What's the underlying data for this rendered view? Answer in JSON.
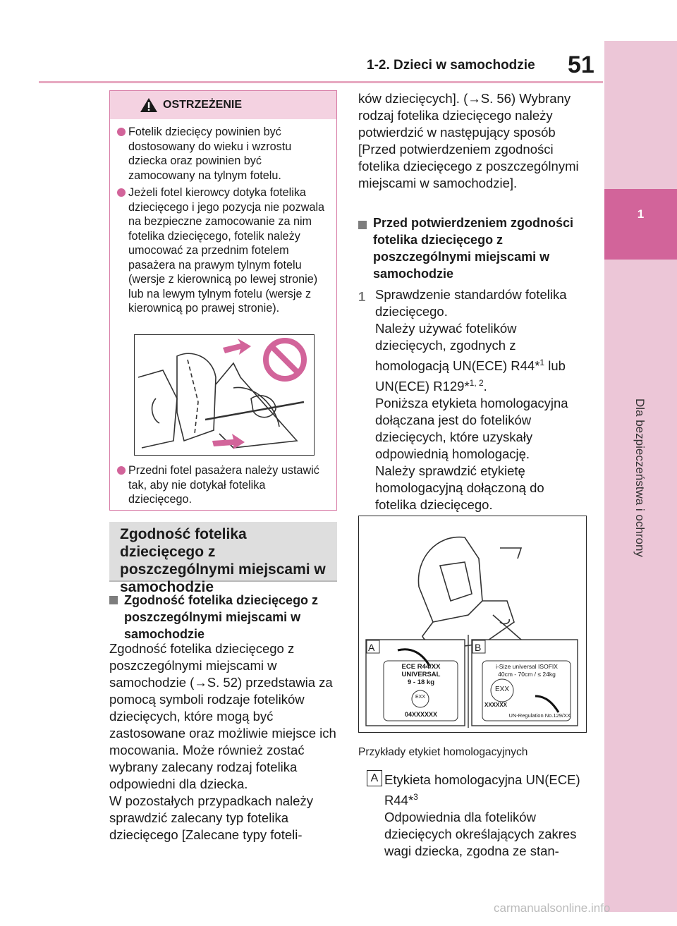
{
  "header": {
    "section_title": "1-2. Dzieci w samochodzie",
    "page_number": "51"
  },
  "side_tab": {
    "chapter": "1",
    "title": "Dla bezpieczeństwa i ochrony"
  },
  "warning": {
    "title": "OSTRZEŻENIE",
    "items": [
      "Fotelik dziecięcy powinien być dostosowany do wieku i wzrostu dziecka oraz powinien być zamocowany na tylnym fotelu.",
      "Jeżeli fotel kierowcy dotyka fotelika dziecięcego i jego pozycja nie pozwala na bezpieczne zamocowanie za nim fotelika dziecięcego, fotelik należy umocować za przednim fotelem pasażera na prawym tylnym fotelu (wersje z kierownicą po lewej stronie) lub na lewym tylnym fotelu (wersje z kierownicą po prawej stronie).",
      "Przedni fotel pasażera należy ustawić tak, aby nie dotykał fotelika dziecięcego."
    ]
  },
  "section_heading": "Zgodność fotelika dziecięcego z poszczególnymi miejscami w samochodzie",
  "col1": {
    "subheading": "Zgodność fotelika dziecięcego z poszczególnymi miejscami w samochodzie",
    "paragraph": "Zgodność fotelika dziecięcego z poszczególnymi miejscami w samochodzie (→S. 52) przedstawia za pomocą symboli rodzaje fotelików dziecięcych, które mogą być zastosowane oraz możliwie miejsce ich mocowania. Może również zostać wybrany zalecany rodzaj fotelika odpowiedni dla dziecka.",
    "paragraph2": "W pozostałych przypadkach należy sprawdzić zalecany typ fotelika dziecięcego [Zalecane typy foteli-"
  },
  "col2": {
    "paragraph": "ków dziecięcych]. (→S. 56) Wybrany rodzaj fotelika dziecięcego należy potwierdzić w następujący sposób [Przed potwierdzeniem zgodności fotelika dziecięcego z poszczególnymi miejscami w samochodzie].",
    "subheading": "Przed potwierdzeniem zgodności fotelika dziecięcego z poszczególnymi miejscami w samochodzie",
    "step_number": "1",
    "step_line1": "Sprawdzenie standardów fotelika dziecięcego.",
    "step_line2a": "Należy używać fotelików dziecięcych, zgodnych z homologacją UN(ECE) R44*",
    "step_sup1": "1",
    "step_line2b": " lub UN(ECE) R129*",
    "step_sup2": "1, 2",
    "step_line2c": ".",
    "step_line3": "Poniższa etykieta homologacyjna dołączana jest do fotelików dziecięcych, które uzyskały odpowiednią homologację.",
    "step_line4": "Należy sprawdzić etykietę homologacyjną dołączoną do fotelika dziecięcego."
  },
  "figure": {
    "label_a_tag": "A",
    "label_b_tag": "B",
    "label_a_line1": "ECE  R44/XX",
    "label_a_line2": "UNIVERSAL",
    "label_a_line3": "9 - 18 kg",
    "label_a_mark": "EXX",
    "label_a_code": "04XXXXXX",
    "label_b_line1": "i-Size universal ISOFIX",
    "label_b_line2": "40cm - 70cm / ≤ 24kg",
    "label_b_mark": "EXX",
    "label_b_code": "XXXXXX",
    "label_b_reg": "UN-Regulation No.129/XX",
    "caption": "Przykłady etykiet homologacyjnych"
  },
  "label_a": {
    "tag": "A",
    "title": "Etykieta homologacyjna UN(ECE) R44*",
    "title_sup": "3",
    "desc": "Odpowiednia dla fotelików dziecięcych określających zakres wagi dziecka, zgodna ze stan-"
  },
  "colors": {
    "accent_pink": "#d2649a",
    "light_pink": "#ecc6d7",
    "heading_gray": "#dedede"
  },
  "footer": {
    "watermark": "carmanualsonline.info"
  }
}
